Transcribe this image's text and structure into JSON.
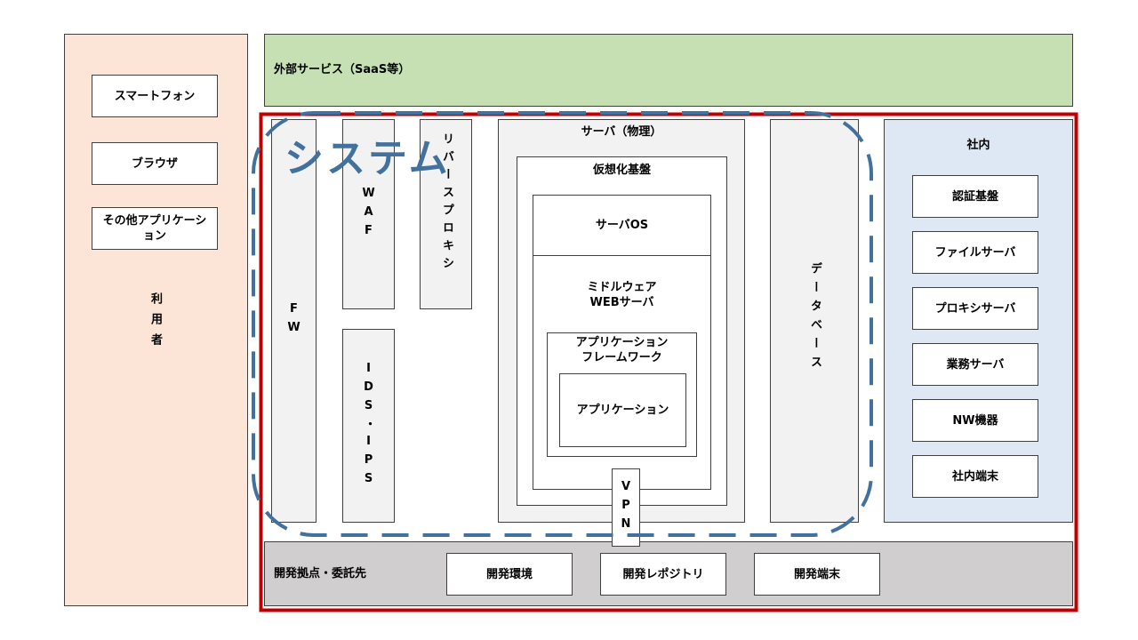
{
  "users": {
    "label": "利用者",
    "devices": [
      "スマートフォン",
      "ブラウザ",
      "その他アプリケーション"
    ]
  },
  "external": {
    "label": "外部サービス（SaaS等）"
  },
  "system": {
    "label": "システム",
    "fw": "FW",
    "waf": "WAF",
    "ids_ips": "IDS・IPS",
    "reverse_proxy": "リバースプロキシ",
    "server": {
      "label": "サーバ（物理）",
      "virtualization": "仮想化基盤",
      "os": "サーバOS",
      "middleware": "ミドルウェア\nWEBサーバ",
      "framework": "アプリケーション\nフレームワーク",
      "application": "アプリケーション"
    },
    "database": "データベース",
    "vpn": "VPN"
  },
  "internal": {
    "label": "社内",
    "items": [
      "認証基盤",
      "ファイルサーバ",
      "プロキシサーバ",
      "業務サーバ",
      "NW機器",
      "社内端末"
    ]
  },
  "dev": {
    "label": "開発拠点・委託先",
    "items": [
      "開発環境",
      "開発レポジトリ",
      "開発端末"
    ]
  },
  "colors": {
    "users_bg": "#fce4d6",
    "external_bg": "#c6e0b4",
    "internal_bg": "#dde8f4",
    "dev_bg": "#d0cece",
    "system_border": "#c00000",
    "system_dash": "#41719c"
  }
}
